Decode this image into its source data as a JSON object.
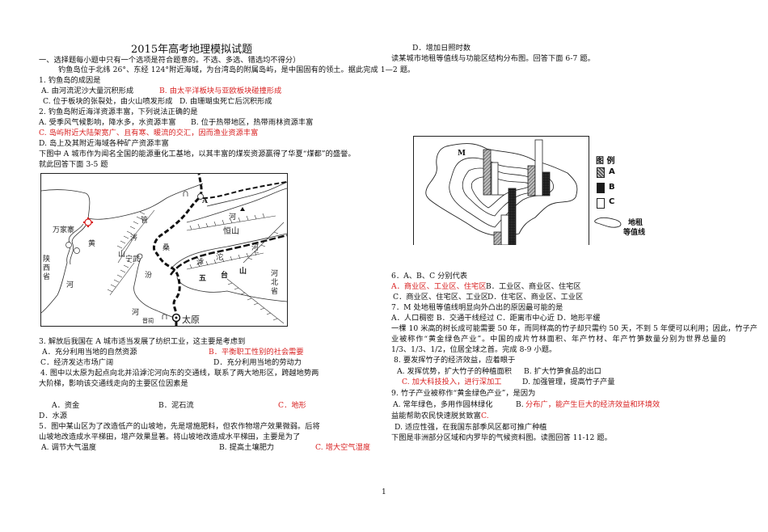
{
  "document": {
    "title": "2015年高考地理模拟试题",
    "page_number": "1"
  },
  "left": {
    "section_header": "一、选择题每小题中只有一个选项是符合题意的。不选、多选、错选均不得分）",
    "intro_1_2": "钓鱼岛位于北纬 26°、东经 124°附近海域，为台湾岛的附属岛屿，是中国固有的领土。据此完成 1—2 题。",
    "q1": {
      "stem": "1. 钓鱼岛的成因是",
      "a": "A. 由河流泥沙大量沉积形成",
      "b": "B. 由太平洋板块与亚欧板块碰撞形成",
      "c": "C. 位于板块的张裂处，由火山喷发形成",
      "d": "D. 由珊瑚虫死亡后沉积形成"
    },
    "q2": {
      "stem": "2. 钓鱼岛附近海洋资源丰富，下列说法正确的是",
      "a": "A. 受季风气候影响，降水多，水资源丰富",
      "b": "B. 位于热带地区，热带雨林资源丰富",
      "c": "C. 岛屿附近大陆架宽广、且有寒、暖流的交汇，因而渔业资源丰富",
      "d": "D. 岛上及其附近海域各种矿产资源丰富"
    },
    "intro_3_5_line1": "下图中 A 城市作为闻名全国的能源重化工基地，以其丰富的煤炭资源赢得了华夏“煤都”的盛誉。",
    "intro_3_5_line2": "就此回答下面 3-5 题",
    "map": {
      "labels": {
        "wanjiazhai": "万家寨",
        "shaanxi_1": "陕",
        "shaanxi_2": "西",
        "shaanxi_3": "省",
        "huang": "黄",
        "he_left": "河",
        "guan": "管",
        "ceng": "涔",
        "shan_left": "山",
        "ningwu": "宁武",
        "fen": "汾",
        "he_fen": "河",
        "jinci": "晋祠",
        "taiyuan": "太原",
        "city_a": "A",
        "he_top": "河",
        "sang": "桑",
        "hengshan": "恒山",
        "hu": "滹",
        "tuo": "沱",
        "he_hutuo": "河",
        "wu": "五",
        "tai": "台",
        "shan_wutai": "山",
        "hebei_1": "河",
        "hebei_2": "北",
        "hebei_3": "省"
      }
    },
    "q3": {
      "stem": "3. 解放后我国在 A 城市适当发展了纺织工业，这主要是考虑到",
      "a": "A．充分利用当地的自然资源",
      "b": "B．平衡职工性别的社会需要",
      "c": "C．经济发达市场广阔",
      "d": "D．充分利用当地的劳动力"
    },
    "q4": {
      "stem_line1": "4. 图中以太原为起点向北并沿滹沱河向东的交通线，联系了两大地形区，跨越地势两",
      "stem_line2": "大阶梯，影响该交通线走向的主要区位因素是",
      "a": "A．资金",
      "b": "B．泥石流",
      "c": "C．地形",
      "d": "D．水源"
    },
    "q5": {
      "stem_line1": "5．图中某山区为了改造低产的山坡地，先是增施肥料，但农作物增产效果微弱。后将",
      "stem_line2": "山坡地改造成水平梯田，增产效果显著。将山坡地改造成水平梯田，主要是为了",
      "a": "A. 调节大气温度",
      "b": "B. 提高土壤肥力",
      "c": "C. 增大空气湿度"
    }
  },
  "right": {
    "q5_d": "D．增加日照时数",
    "intro_6_7": "读某城市地租等值线与功能区结构分布图。回答下面 6-7 题。",
    "diagram": {
      "m_label": "M",
      "legend_title": "图 例",
      "legend_a": "A",
      "legend_b": "B",
      "legend_c": "C",
      "legend_line_1": "地租",
      "legend_line_2": "等值线"
    },
    "q6": {
      "stem": "6．A、B、C 分别代表",
      "a": "A．商业区、工业区、住宅区",
      "b": "B．工业区、商业区、住宅区",
      "c": "C．商业区、住宅区、工业区",
      "d": "D．住宅区、商业区、工业区"
    },
    "q7": {
      "stem": "7．M 处地租等值线明显向外凸出的原因最可能的是",
      "options": "A．人口稠密 B．交通干线经过 C．距离市中心近 D．地形平缓"
    },
    "intro_8_9": {
      "line1": "一棵 10 米高的树长成可能需要 50 年，而同样高的竹子却只需约 50 天，不到 5 年便可以利用；因此，竹子产",
      "line2": "业被称作“黄金绿色产业”。中国的成片竹林面积、年产竹材、年产竹笋数量分别为世界总量的",
      "line3": "1/3、1/3、1/2，位居全球之首。完成 8-9 小题。"
    },
    "q8": {
      "stem": "8. 要发挥竹子的经济效益，应着眼于",
      "a": "A. 发挥优势，扩大竹子的种植面积",
      "b": "B. 扩大竹笋食品的出口",
      "c": "C. 加大科技投入，进行深加工",
      "d": "D. 加强管理，提高竹子产量"
    },
    "q9": {
      "stem": "9. 竹子产业被称作“黄金绿色产业”，是因为",
      "a": "A. 常年绿色，多用作园林绿化",
      "b_prefix": "B.",
      "b_red": "分布广，能产生巨大的经济效益和环境效",
      "b_line2": "益能帮助农民快速脱贫致富",
      "c": "C.",
      "d": "D. 适应性强，在我国东部季风区都可推广种植"
    },
    "intro_11_12": "下图是非洲部分区域和内罗毕的气候资料图。读图回答 11-12 题。"
  },
  "colors": {
    "answer_red": "#d81f1f",
    "text": "#111111",
    "background": "#ffffff"
  }
}
